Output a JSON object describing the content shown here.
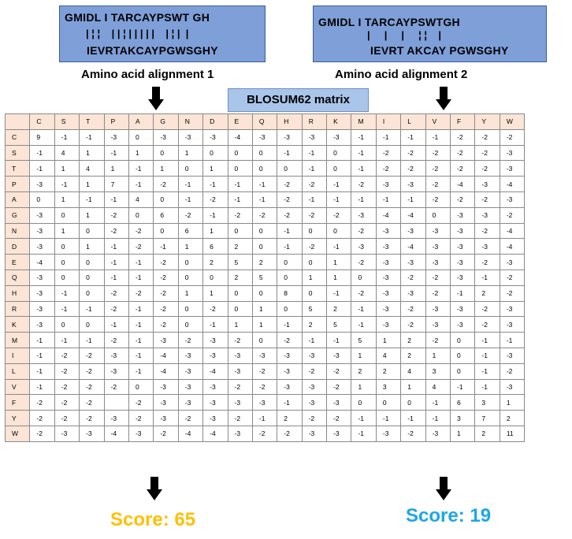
{
  "alignment1": {
    "top": "GMIDL I TARCAYPSWT GH",
    "marks": "| ¦ ¦    | | ¦ | | | | |    | ¦ |  |",
    "bottom": "IEVRTAKCAYPGWSGHY",
    "caption": "Amino acid alignment 1"
  },
  "alignment2": {
    "top": "GMIDL I TARCAYPSWTGH",
    "marks": "|     |     |     ¦ ¦    |",
    "bottom": "IEVRT AKCAY PGWSGHY",
    "caption": "Amino acid alignment 2"
  },
  "matrix_label": "BLOSUM62 matrix",
  "matrix": {
    "headers": [
      "C",
      "S",
      "T",
      "P",
      "A",
      "G",
      "N",
      "D",
      "E",
      "Q",
      "H",
      "R",
      "K",
      "M",
      "I",
      "L",
      "V",
      "F",
      "Y",
      "W"
    ],
    "rows": [
      {
        "label": "C",
        "values": [
          "9",
          "-1",
          "-1",
          "-3",
          "0",
          "-3",
          "-3",
          "-3",
          "-4",
          "-3",
          "-3",
          "-3",
          "-3",
          "-1",
          "-1",
          "-1",
          "-1",
          "-2",
          "-2",
          "-2"
        ]
      },
      {
        "label": "S",
        "values": [
          "-1",
          "4",
          "1",
          "-1",
          "1",
          "0",
          "1",
          "0",
          "0",
          "0",
          "-1",
          "-1",
          "0",
          "-1",
          "-2",
          "-2",
          "-2",
          "-2",
          "-2",
          "-3"
        ]
      },
      {
        "label": "T",
        "values": [
          "-1",
          "1",
          "4",
          "1",
          "-1",
          "1",
          "0",
          "1",
          "0",
          "0",
          "0",
          "-1",
          "0",
          "-1",
          "-2",
          "-2",
          "-2",
          "-2",
          "-2",
          "-3"
        ]
      },
      {
        "label": "P",
        "values": [
          "-3",
          "-1",
          "1",
          "7",
          "-1",
          "-2",
          "-1",
          "-1",
          "-1",
          "-1",
          "-2",
          "-2",
          "-1",
          "-2",
          "-3",
          "-3",
          "-2",
          "-4",
          "-3",
          "-4"
        ]
      },
      {
        "label": "A",
        "values": [
          "0",
          "1",
          "-1",
          "-1",
          "4",
          "0",
          "-1",
          "-2",
          "-1",
          "-1",
          "-2",
          "-1",
          "-1",
          "-1",
          "-1",
          "-1",
          "-2",
          "-2",
          "-2",
          "-3"
        ]
      },
      {
        "label": "G",
        "values": [
          "-3",
          "0",
          "1",
          "-2",
          "0",
          "6",
          "-2",
          "-1",
          "-2",
          "-2",
          "-2",
          "-2",
          "-2",
          "-3",
          "-4",
          "-4",
          "0",
          "-3",
          "-3",
          "-2"
        ]
      },
      {
        "label": "N",
        "values": [
          "-3",
          "1",
          "0",
          "-2",
          "-2",
          "0",
          "6",
          "1",
          "0",
          "0",
          "-1",
          "0",
          "0",
          "-2",
          "-3",
          "-3",
          "-3",
          "-3",
          "-2",
          "-4"
        ]
      },
      {
        "label": "D",
        "values": [
          "-3",
          "0",
          "1",
          "-1",
          "-2",
          "-1",
          "1",
          "6",
          "2",
          "0",
          "-1",
          "-2",
          "-1",
          "-3",
          "-3",
          "-4",
          "-3",
          "-3",
          "-3",
          "-4"
        ]
      },
      {
        "label": "E",
        "values": [
          "-4",
          "0",
          "0",
          "-1",
          "-1",
          "-2",
          "0",
          "2",
          "5",
          "2",
          "0",
          "0",
          "1",
          "-2",
          "-3",
          "-3",
          "-3",
          "-3",
          "-2",
          "-3"
        ]
      },
      {
        "label": "Q",
        "values": [
          "-3",
          "0",
          "0",
          "-1",
          "-1",
          "-2",
          "0",
          "0",
          "2",
          "5",
          "0",
          "1",
          "1",
          "0",
          "-3",
          "-2",
          "-2",
          "-3",
          "-1",
          "-2"
        ]
      },
      {
        "label": "H",
        "values": [
          "-3",
          "-1",
          "0",
          "-2",
          "-2",
          "-2",
          "1",
          "1",
          "0",
          "0",
          "8",
          "0",
          "-1",
          "-2",
          "-3",
          "-3",
          "-2",
          "-1",
          "2",
          "-2"
        ]
      },
      {
        "label": "R",
        "values": [
          "-3",
          "-1",
          "-1",
          "-2",
          "-1",
          "-2",
          "0",
          "-2",
          "0",
          "1",
          "0",
          "5",
          "2",
          "-1",
          "-3",
          "-2",
          "-3",
          "-3",
          "-2",
          "-3"
        ]
      },
      {
        "label": "K",
        "values": [
          "-3",
          "0",
          "0",
          "-1",
          "-1",
          "-2",
          "0",
          "-1",
          "1",
          "1",
          "-1",
          "2",
          "5",
          "-1",
          "-3",
          "-2",
          "-3",
          "-3",
          "-2",
          "-3"
        ]
      },
      {
        "label": "M",
        "values": [
          "-1",
          "-1",
          "-1",
          "-2",
          "-1",
          "-3",
          "-2",
          "-3",
          "-2",
          "0",
          "-2",
          "-1",
          "-1",
          "5",
          "1",
          "2",
          "-2",
          "0",
          "-1",
          "-1"
        ]
      },
      {
        "label": "I",
        "values": [
          "-1",
          "-2",
          "-2",
          "-3",
          "-1",
          "-4",
          "-3",
          "-3",
          "-3",
          "-3",
          "-3",
          "-3",
          "-3",
          "1",
          "4",
          "2",
          "1",
          "0",
          "-1",
          "-3"
        ]
      },
      {
        "label": "L",
        "values": [
          "-1",
          "-2",
          "-2",
          "-3",
          "-1",
          "-4",
          "-3",
          "-4",
          "-3",
          "-2",
          "-3",
          "-2",
          "-2",
          "2",
          "2",
          "4",
          "3",
          "0",
          "-1",
          "-2"
        ]
      },
      {
        "label": "V",
        "values": [
          "-1",
          "-2",
          "-2",
          "-2",
          "0",
          "-3",
          "-3",
          "-3",
          "-2",
          "-2",
          "-3",
          "-3",
          "-2",
          "1",
          "3",
          "1",
          "4",
          "-1",
          "-1",
          "-3"
        ]
      },
      {
        "label": "F",
        "values": [
          "-2",
          "-2",
          "-2",
          "",
          "-2",
          "-3",
          "-3",
          "-3",
          "-3",
          "-3",
          "-1",
          "-3",
          "-3",
          "0",
          "0",
          "0",
          "-1",
          "6",
          "3",
          "1"
        ]
      },
      {
        "label": "Y",
        "values": [
          "-2",
          "-2",
          "-2",
          "-3",
          "-2",
          "-3",
          "-2",
          "-3",
          "-2",
          "-1",
          "2",
          "-2",
          "-2",
          "-1",
          "-1",
          "-1",
          "-1",
          "3",
          "7",
          "2"
        ]
      },
      {
        "label": "W",
        "values": [
          "-2",
          "-3",
          "-3",
          "-4",
          "-3",
          "-2",
          "-4",
          "-4",
          "-3",
          "-2",
          "-2",
          "-3",
          "-3",
          "-1",
          "-3",
          "-2",
          "-3",
          "1",
          "2",
          "11"
        ]
      }
    ]
  },
  "scores": {
    "score1": "Score: 65",
    "score2": "Score: 19",
    "score1_color": "#ffc000",
    "score2_color": "#1ca7e6"
  },
  "colors": {
    "alignment_box": "#7f9fd9",
    "matrix_label_box": "#a9c6ea",
    "header_cell": "#fce4d6"
  },
  "icons": [
    "arrow-down-icon"
  ]
}
